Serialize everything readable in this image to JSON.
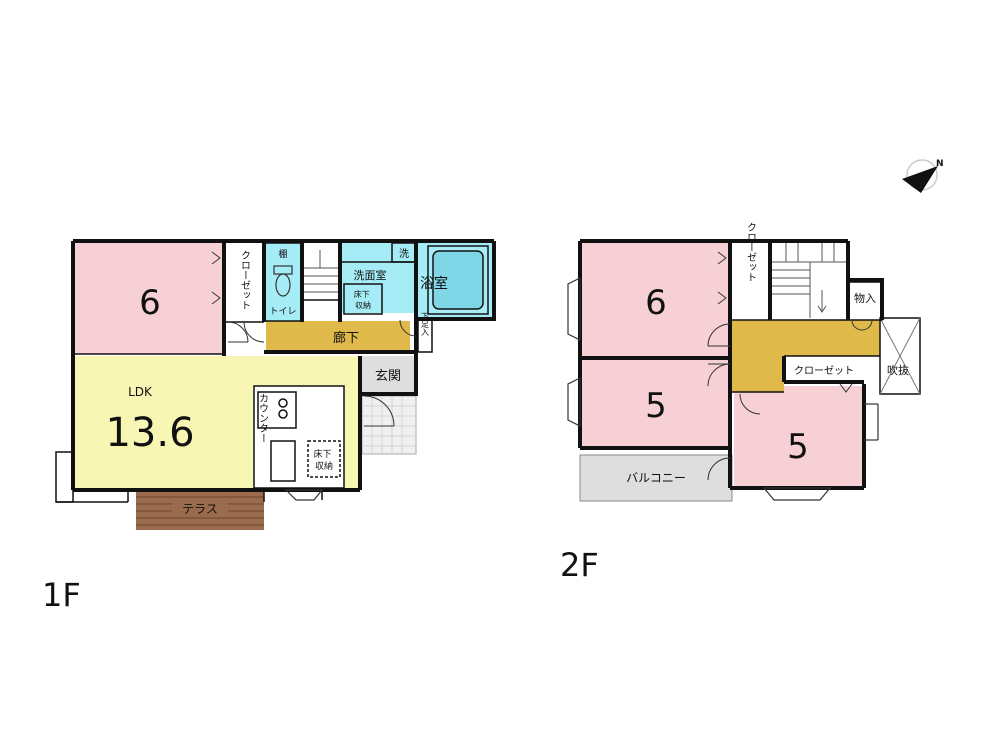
{
  "colors": {
    "bedroom": "#f7d0d6",
    "ldk": "#f8f6b4",
    "hall": "#dfb94a",
    "bath": "#a6ecf6",
    "grey": "#dedede",
    "terrace": "#9b6b4e",
    "wall": "#111111"
  },
  "compass": {
    "north_label": "N"
  },
  "floor1": {
    "floor_label": "1F",
    "bedroom_size": "6",
    "closet": "クローゼット",
    "shelf": "棚",
    "toilet": "トイレ",
    "washroom": "洗面室",
    "washer": "洗",
    "underfloor_storage_wash": "床下\n収納",
    "bathroom": "浴室",
    "hallway": "廊下",
    "shoe_storage": "下足入",
    "entrance": "玄関",
    "ldk_label": "LDK",
    "ldk_size": "13.6",
    "counter": "カウンター",
    "underfloor_storage_kitchen": "床下\n収納",
    "terrace": "テラス"
  },
  "floor2": {
    "floor_label": "2F",
    "bedroom_a_size": "6",
    "bedroom_b_size": "5",
    "bedroom_c_size": "5",
    "closet_a": "クローゼット",
    "closet_b": "クローゼット",
    "storage": "物入",
    "void": "吹抜",
    "balcony": "バルコニー"
  }
}
